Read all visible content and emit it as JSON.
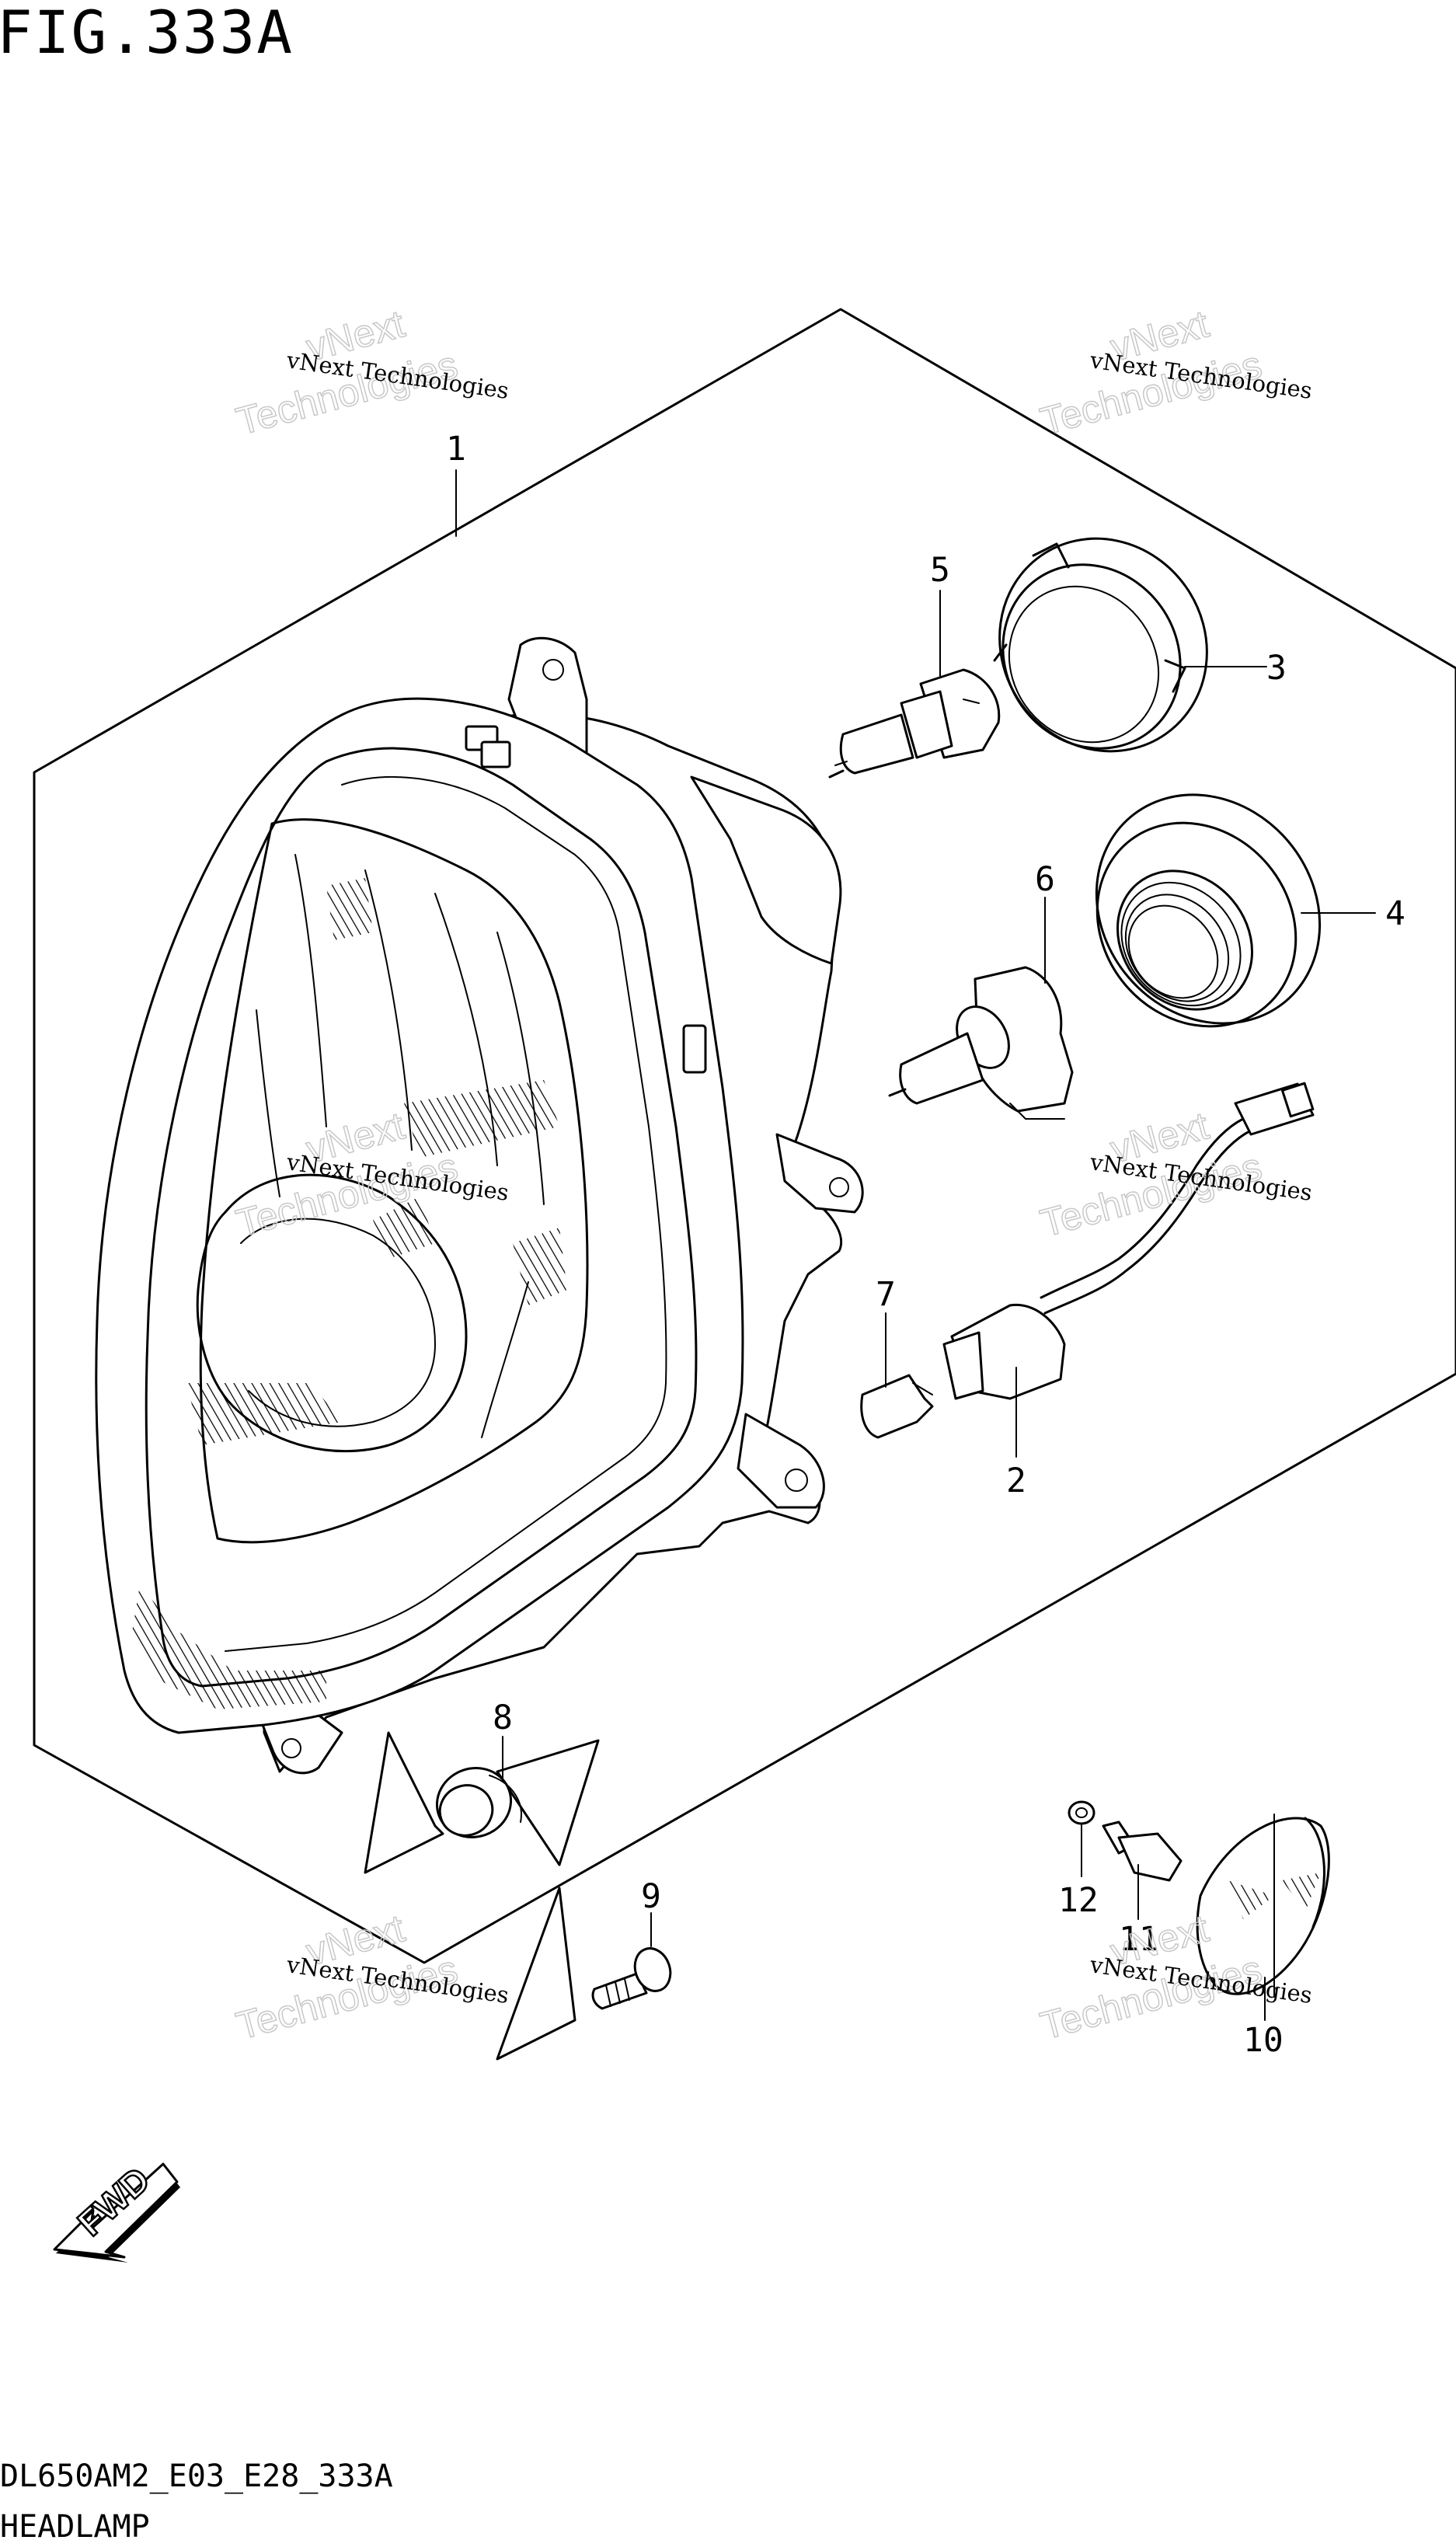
{
  "figure": {
    "title": "FIG.333A"
  },
  "footer": {
    "code": "DL650AM2_E03_E28_333A",
    "name": "HEADLAMP"
  },
  "direction_marker": {
    "label": "FWD",
    "icon": "fwd-arrow-icon"
  },
  "watermark": {
    "line_small": "vNext Technologies",
    "big_line1": "vNext",
    "big_line2": "Technologies"
  },
  "callouts": [
    {
      "id": "1",
      "label": "1"
    },
    {
      "id": "2",
      "label": "2"
    },
    {
      "id": "3",
      "label": "3"
    },
    {
      "id": "4",
      "label": "4"
    },
    {
      "id": "5",
      "label": "5"
    },
    {
      "id": "6",
      "label": "6"
    },
    {
      "id": "7",
      "label": "7"
    },
    {
      "id": "8",
      "label": "8"
    },
    {
      "id": "9",
      "label": "9"
    },
    {
      "id": "10",
      "label": "10"
    },
    {
      "id": "11",
      "label": "11"
    },
    {
      "id": "12",
      "label": "12"
    }
  ],
  "parts": [
    {
      "id": "1",
      "icon": "headlamp-assembly-icon"
    },
    {
      "id": "2",
      "icon": "socket-harness-icon"
    },
    {
      "id": "3",
      "icon": "bulb-retaining-ring-icon"
    },
    {
      "id": "4",
      "icon": "rubber-cover-icon"
    },
    {
      "id": "5",
      "icon": "bulb-h7-icon"
    },
    {
      "id": "6",
      "icon": "bulb-h9-icon"
    },
    {
      "id": "7",
      "icon": "position-bulb-icon"
    },
    {
      "id": "8",
      "icon": "grommet-icon"
    },
    {
      "id": "9",
      "icon": "screw-icon"
    },
    {
      "id": "10",
      "icon": "reflector-icon"
    },
    {
      "id": "11",
      "icon": "spacer-icon"
    },
    {
      "id": "12",
      "icon": "washer-icon"
    }
  ]
}
